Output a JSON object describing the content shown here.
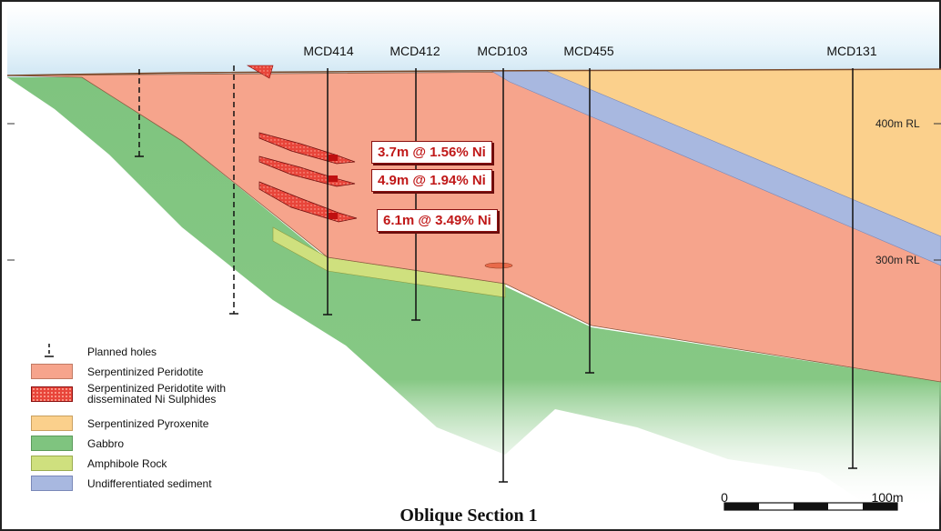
{
  "title": "Oblique Section 1",
  "drill_holes": [
    {
      "name": "MCD414"
    },
    {
      "name": "MCD412"
    },
    {
      "name": "MCD103"
    },
    {
      "name": "MCD455"
    },
    {
      "name": "MCD131"
    }
  ],
  "rl_labels": [
    "400m RL",
    "300m RL"
  ],
  "intercepts": [
    "3.7m @ 1.56% Ni",
    "4.9m @ 1.94% Ni",
    "6.1m @ 3.49% Ni"
  ],
  "legend": [
    {
      "label": "Planned holes",
      "type": "planned-hole"
    },
    {
      "label": "Serpentinized Peridotite",
      "color": "#f6a48c"
    },
    {
      "label": "Serpentinized Peridotite with disseminated Ni Sulphides",
      "color": "#e8453a"
    },
    {
      "label": "Serpentinized Pyroxenite",
      "color": "#fbd08c"
    },
    {
      "label": "Gabbro",
      "color": "#7fc47f"
    },
    {
      "label": "Amphibole Rock",
      "color": "#cfe07e"
    },
    {
      "label": "Undifferentiated sediment",
      "color": "#a8b8e0"
    }
  ],
  "scale_bar": {
    "start_label": "0",
    "end_label": "100m"
  },
  "colors": {
    "sky": "#d9ecf6",
    "peridotite": "#f6a48c",
    "pyroxenite": "#fbd08c",
    "sediment": "#a8b8e0",
    "gabbro": "#7fc47f",
    "amphibole": "#cfe07e",
    "sulphides": "#e8453a",
    "callout_text": "#c01818"
  }
}
